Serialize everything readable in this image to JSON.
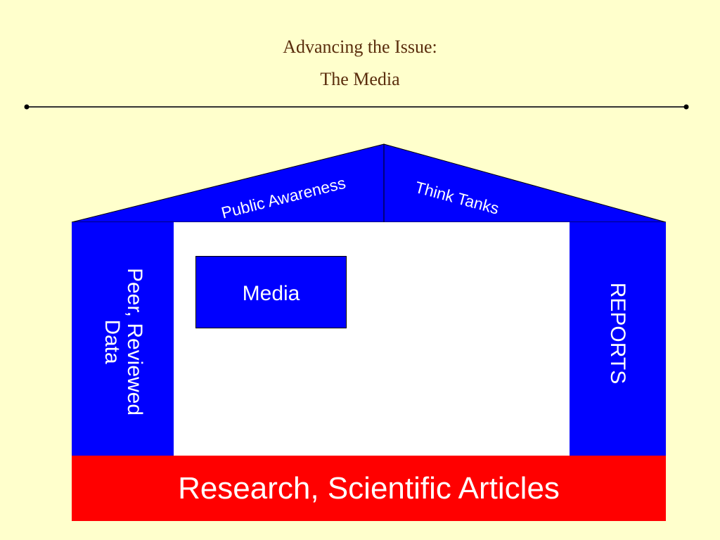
{
  "title": {
    "line1": "Advancing the Issue:",
    "line2": "The Media"
  },
  "roof": {
    "left_label": "Public Awareness",
    "right_label": "Think Tanks"
  },
  "pillars": {
    "left_label_line1": "Peer, Reviewed",
    "left_label_line2": "Data",
    "right_label": "REPORTS"
  },
  "center": {
    "box_label": "Media"
  },
  "foundation": {
    "label": "Research, Scientific Articles"
  },
  "colors": {
    "background": "#FFFFCC",
    "blue": "#0000FF",
    "red": "#FF0000",
    "title": "#5a2d0c"
  }
}
